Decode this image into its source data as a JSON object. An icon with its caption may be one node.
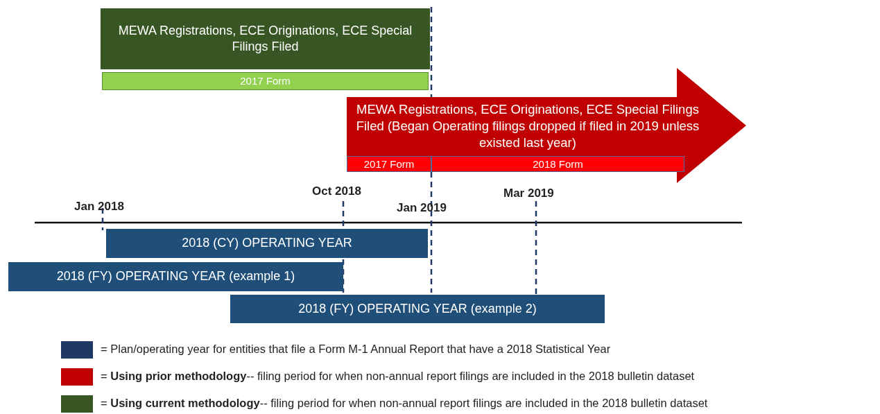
{
  "diagram": {
    "nodes": [
      {
        "text": [
          "MEWA Registrations, ECE Originations, ECE Special Filings Filed"
        ]
      },
      {
        "text": [
          "2017 Form"
        ]
      },
      {
        "text": [
          "MEWA Registrations, ECE Originations, ECE Special Filings Filed (Began Operating filings dropped if filed in 2019 unless existed last year)"
        ]
      },
      {
        "text": [
          "2017 Form"
        ],
        "in": 2
      },
      {
        "text": [
          "2018 Form"
        ],
        "in": 2
      },
      {
        "text": [
          "2018 (CY) OPERATING YEAR"
        ]
      },
      {
        "text": [
          "2018 (FY) OPERATING YEAR (example 1)"
        ]
      },
      {
        "text": [
          "2018 (FY) OPERATING YEAR (example 2)"
        ]
      }
    ],
    "edges": [],
    "labels": [
      "Oct 2018",
      "Mar 2019",
      "Jan 2018",
      "Jan 2019"
    ],
    "legend": [
      {
        "text": "= Plan/operating year for entities that file a Form M-1 Annual Report that have a 2018 Statistical Year",
        "color": "#1f3864"
      },
      {
        "text": "= **Using prior methodology**-- filing period for when non-annual report filings are included in the 2018 bulletin dataset",
        "color": "#c00000"
      },
      {
        "text": "= **Using current methodology**-- filing period for when non-annual report filings are included in the 2018 bulletin dataset",
        "color": "#375623"
      }
    ]
  }
}
